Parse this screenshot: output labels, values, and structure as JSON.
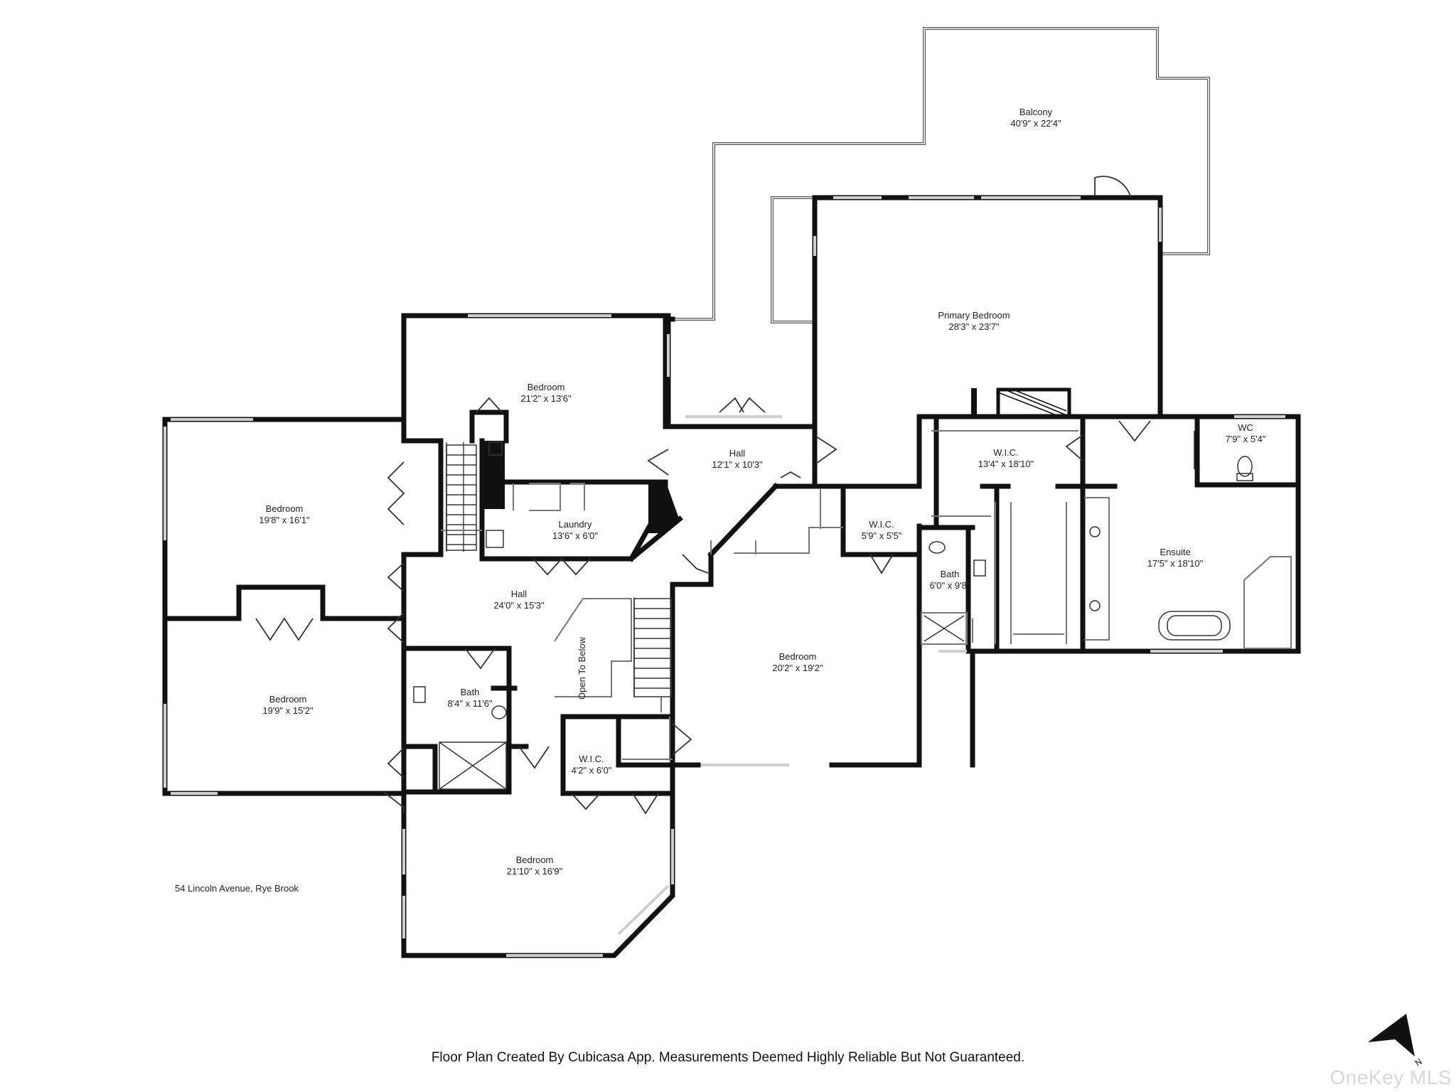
{
  "rooms": {
    "balcony": {
      "name": "Balcony",
      "dims": "40'9\" x 22'4\""
    },
    "primary_bedroom": {
      "name": "Primary Bedroom",
      "dims": "28'3\" x 23'7\""
    },
    "bedroom_top": {
      "name": "Bedroom",
      "dims": "21'2\" x 13'6\""
    },
    "hall_upper": {
      "name": "Hall",
      "dims": "12'1\" x 10'3\""
    },
    "wic_large": {
      "name": "W.I.C.",
      "dims": "13'4\" x 18'10\""
    },
    "wc": {
      "name": "WC",
      "dims": "7'9\" x 5'4\""
    },
    "bedroom_left_upper": {
      "name": "Bedroom",
      "dims": "19'8\" x 16'1\""
    },
    "laundry": {
      "name": "Laundry",
      "dims": "13'6\" x 6'0\""
    },
    "wic_small": {
      "name": "W.I.C.",
      "dims": "5'9\" x 5'5\""
    },
    "ensuite": {
      "name": "Ensuite",
      "dims": "17'5\" x 18'10\""
    },
    "bath_right": {
      "name": "Bath",
      "dims": "6'0\" x 9'8\""
    },
    "hall_main": {
      "name": "Hall",
      "dims": "24'0\" x 15'3\""
    },
    "bedroom_center": {
      "name": "Bedroom",
      "dims": "20'2\" x 19'2\""
    },
    "bedroom_left_lower": {
      "name": "Bedroom",
      "dims": "19'9\" x 15'2\""
    },
    "bath_center": {
      "name": "Bath",
      "dims": "8'4\" x 11'6\""
    },
    "wic_center": {
      "name": "W.I.C.",
      "dims": "4'2\" x 6'0\""
    },
    "bedroom_bottom": {
      "name": "Bedroom",
      "dims": "21'10\" x 16'9\""
    }
  },
  "open_to_below": "Open To Below",
  "address": "54 Lincoln Avenue, Rye Brook",
  "disclaimer": "Floor Plan Created By Cubicasa App. Measurements Deemed Highly Reliable But Not Guaranteed.",
  "watermark": "OneKey MLS",
  "compass_letter": "N",
  "colors": {
    "wall": "#111111",
    "window": "#bbbbbb",
    "background": "#ffffff"
  }
}
